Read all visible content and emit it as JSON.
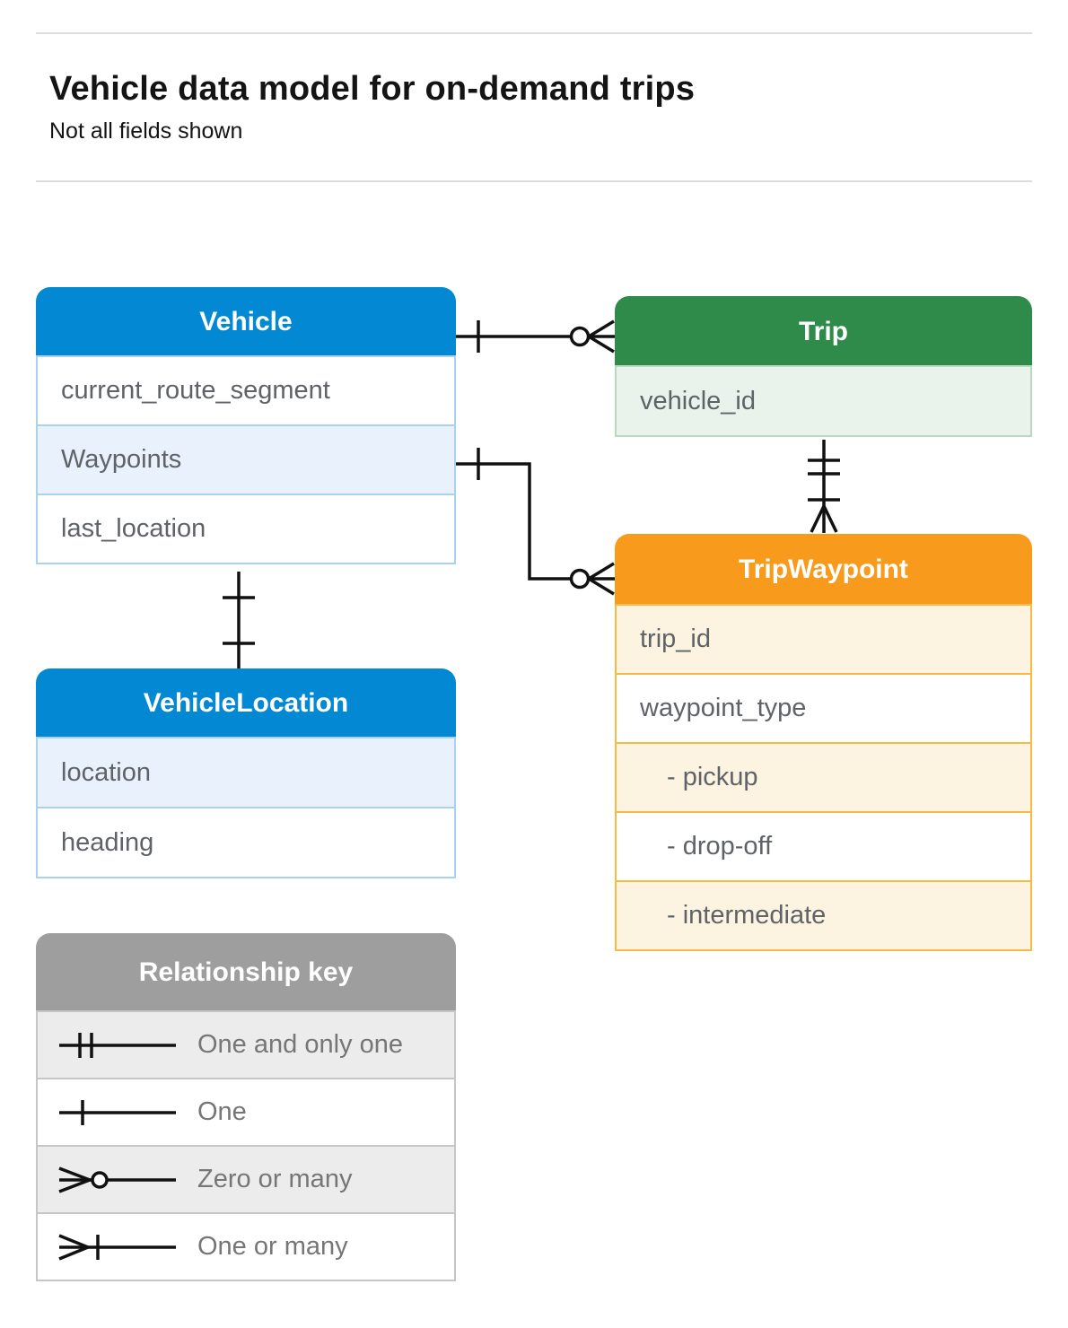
{
  "header": {
    "title": "Vehicle data model for on-demand trips",
    "subtitle": "Not all fields shown"
  },
  "entities": {
    "vehicle": {
      "title": "Vehicle",
      "rows": [
        {
          "label": "current_route_segment"
        },
        {
          "label": "Waypoints"
        },
        {
          "label": "last_location"
        }
      ]
    },
    "trip": {
      "title": "Trip",
      "rows": [
        {
          "label": "vehicle_id"
        }
      ]
    },
    "trip_waypoint": {
      "title": "TripWaypoint",
      "rows": [
        {
          "label": "trip_id"
        },
        {
          "label": "waypoint_type"
        },
        {
          "label": "- pickup"
        },
        {
          "label": "- drop-off"
        },
        {
          "label": "- intermediate"
        }
      ]
    },
    "vehicle_location": {
      "title": "VehicleLocation",
      "rows": [
        {
          "label": "location"
        },
        {
          "label": "heading"
        }
      ]
    }
  },
  "legend": {
    "title": "Relationship key",
    "items": [
      {
        "symbol": "one-and-only-one",
        "label": "One and only one"
      },
      {
        "symbol": "one",
        "label": "One"
      },
      {
        "symbol": "zero-or-many",
        "label": "Zero or many"
      },
      {
        "symbol": "one-or-many",
        "label": "One or many"
      }
    ]
  },
  "relationships": [
    {
      "from": "Vehicle",
      "to": "Trip",
      "from_cardinality": "one",
      "to_cardinality": "zero-or-many"
    },
    {
      "from": "Vehicle.Waypoints",
      "to": "TripWaypoint",
      "from_cardinality": "one",
      "to_cardinality": "zero-or-many"
    },
    {
      "from": "Trip",
      "to": "TripWaypoint",
      "from_cardinality": "one-and-only-one",
      "to_cardinality": "one-or-many"
    },
    {
      "from": "Vehicle",
      "to": "VehicleLocation",
      "from_cardinality": "one",
      "to_cardinality": "one"
    }
  ],
  "colors": {
    "blue_header": "#0388d4",
    "blue_row": "#e8f1fc",
    "blue_border": "#a9d2f1",
    "green_header": "#2e8b4a",
    "green_row": "#e9f3ec",
    "green_border": "#bad8c1",
    "orange_header": "#f89b1c",
    "orange_row": "#fdf3e1",
    "orange_border": "#f5bb45",
    "gray_header": "#9e9e9e",
    "gray_row": "#ececec",
    "gray_border": "#c6c6c6",
    "row_text": "#5f6368",
    "connector": "#111111"
  }
}
